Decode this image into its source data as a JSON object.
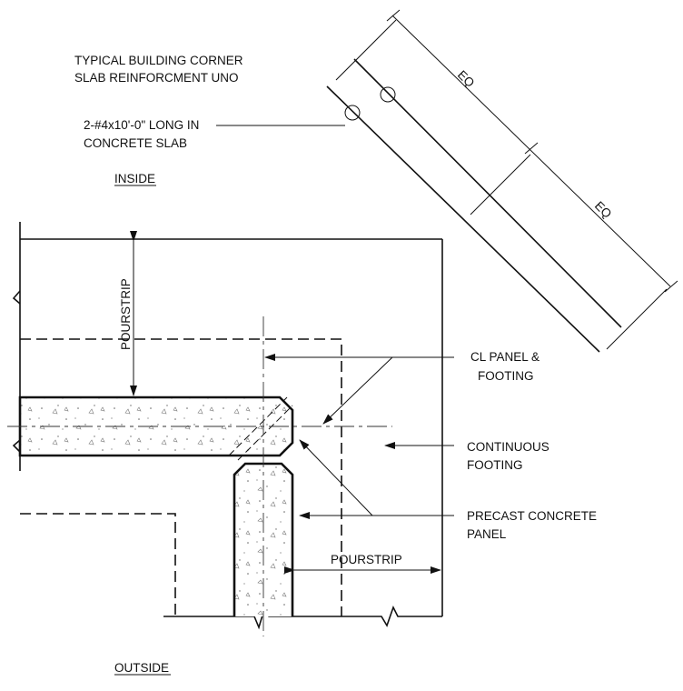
{
  "notes": {
    "title_line1": "TYPICAL BUILDING CORNER",
    "title_line2": "SLAB REINFORCMENT UNO",
    "rebar_line1": "2-#4x10'-0\" LONG IN",
    "rebar_line2": "CONCRETE SLAB",
    "inside": "INSIDE",
    "outside": "OUTSIDE"
  },
  "callouts": {
    "cl_panel_line1": "CL PANEL &",
    "cl_panel_line2": "FOOTING",
    "footing_line1": "CONTINUOUS",
    "footing_line2": "FOOTING",
    "panel_line1": "PRECAST CONCRETE",
    "panel_line2": "PANEL"
  },
  "dimensions": {
    "pourstrip_vertical": "POURSTRIP",
    "pourstrip_horizontal": "POURSTRIP",
    "eq_upper": "EQ",
    "eq_lower": "EQ"
  }
}
